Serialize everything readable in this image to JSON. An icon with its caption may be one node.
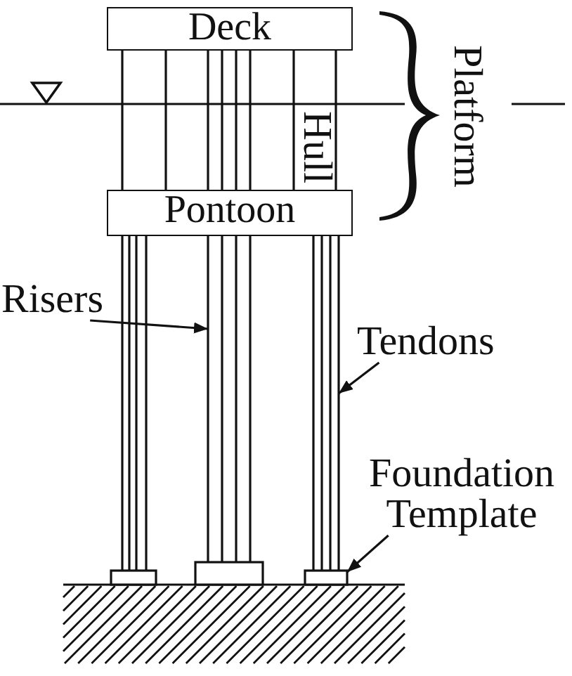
{
  "diagram": {
    "nodes": [
      {
        "text": [
          "Deck"
        ]
      },
      {
        "text": [
          "Pontoon"
        ]
      },
      {
        "text": [],
        "shape": "bar"
      },
      {
        "text": [],
        "shape": "bar"
      },
      {
        "text": [],
        "shape": "bar"
      },
      {
        "text": [
          "Risers"
        ]
      },
      {
        "text": [
          "Tendons"
        ]
      },
      {
        "text": [
          "Foundation Template"
        ]
      },
      {
        "text": [],
        "shape": "box"
      },
      {
        "text": [],
        "shape": "box"
      },
      {
        "text": [],
        "shape": "box"
      }
    ],
    "edges": [
      {
        "from": 5,
        "to": 3,
        "arrow": "to"
      },
      {
        "from": 6,
        "to": 4,
        "arrow": "to"
      },
      {
        "from": 7,
        "to": 10,
        "arrow": "to"
      }
    ],
    "labels": [
      "Hull",
      "Platform"
    ]
  }
}
